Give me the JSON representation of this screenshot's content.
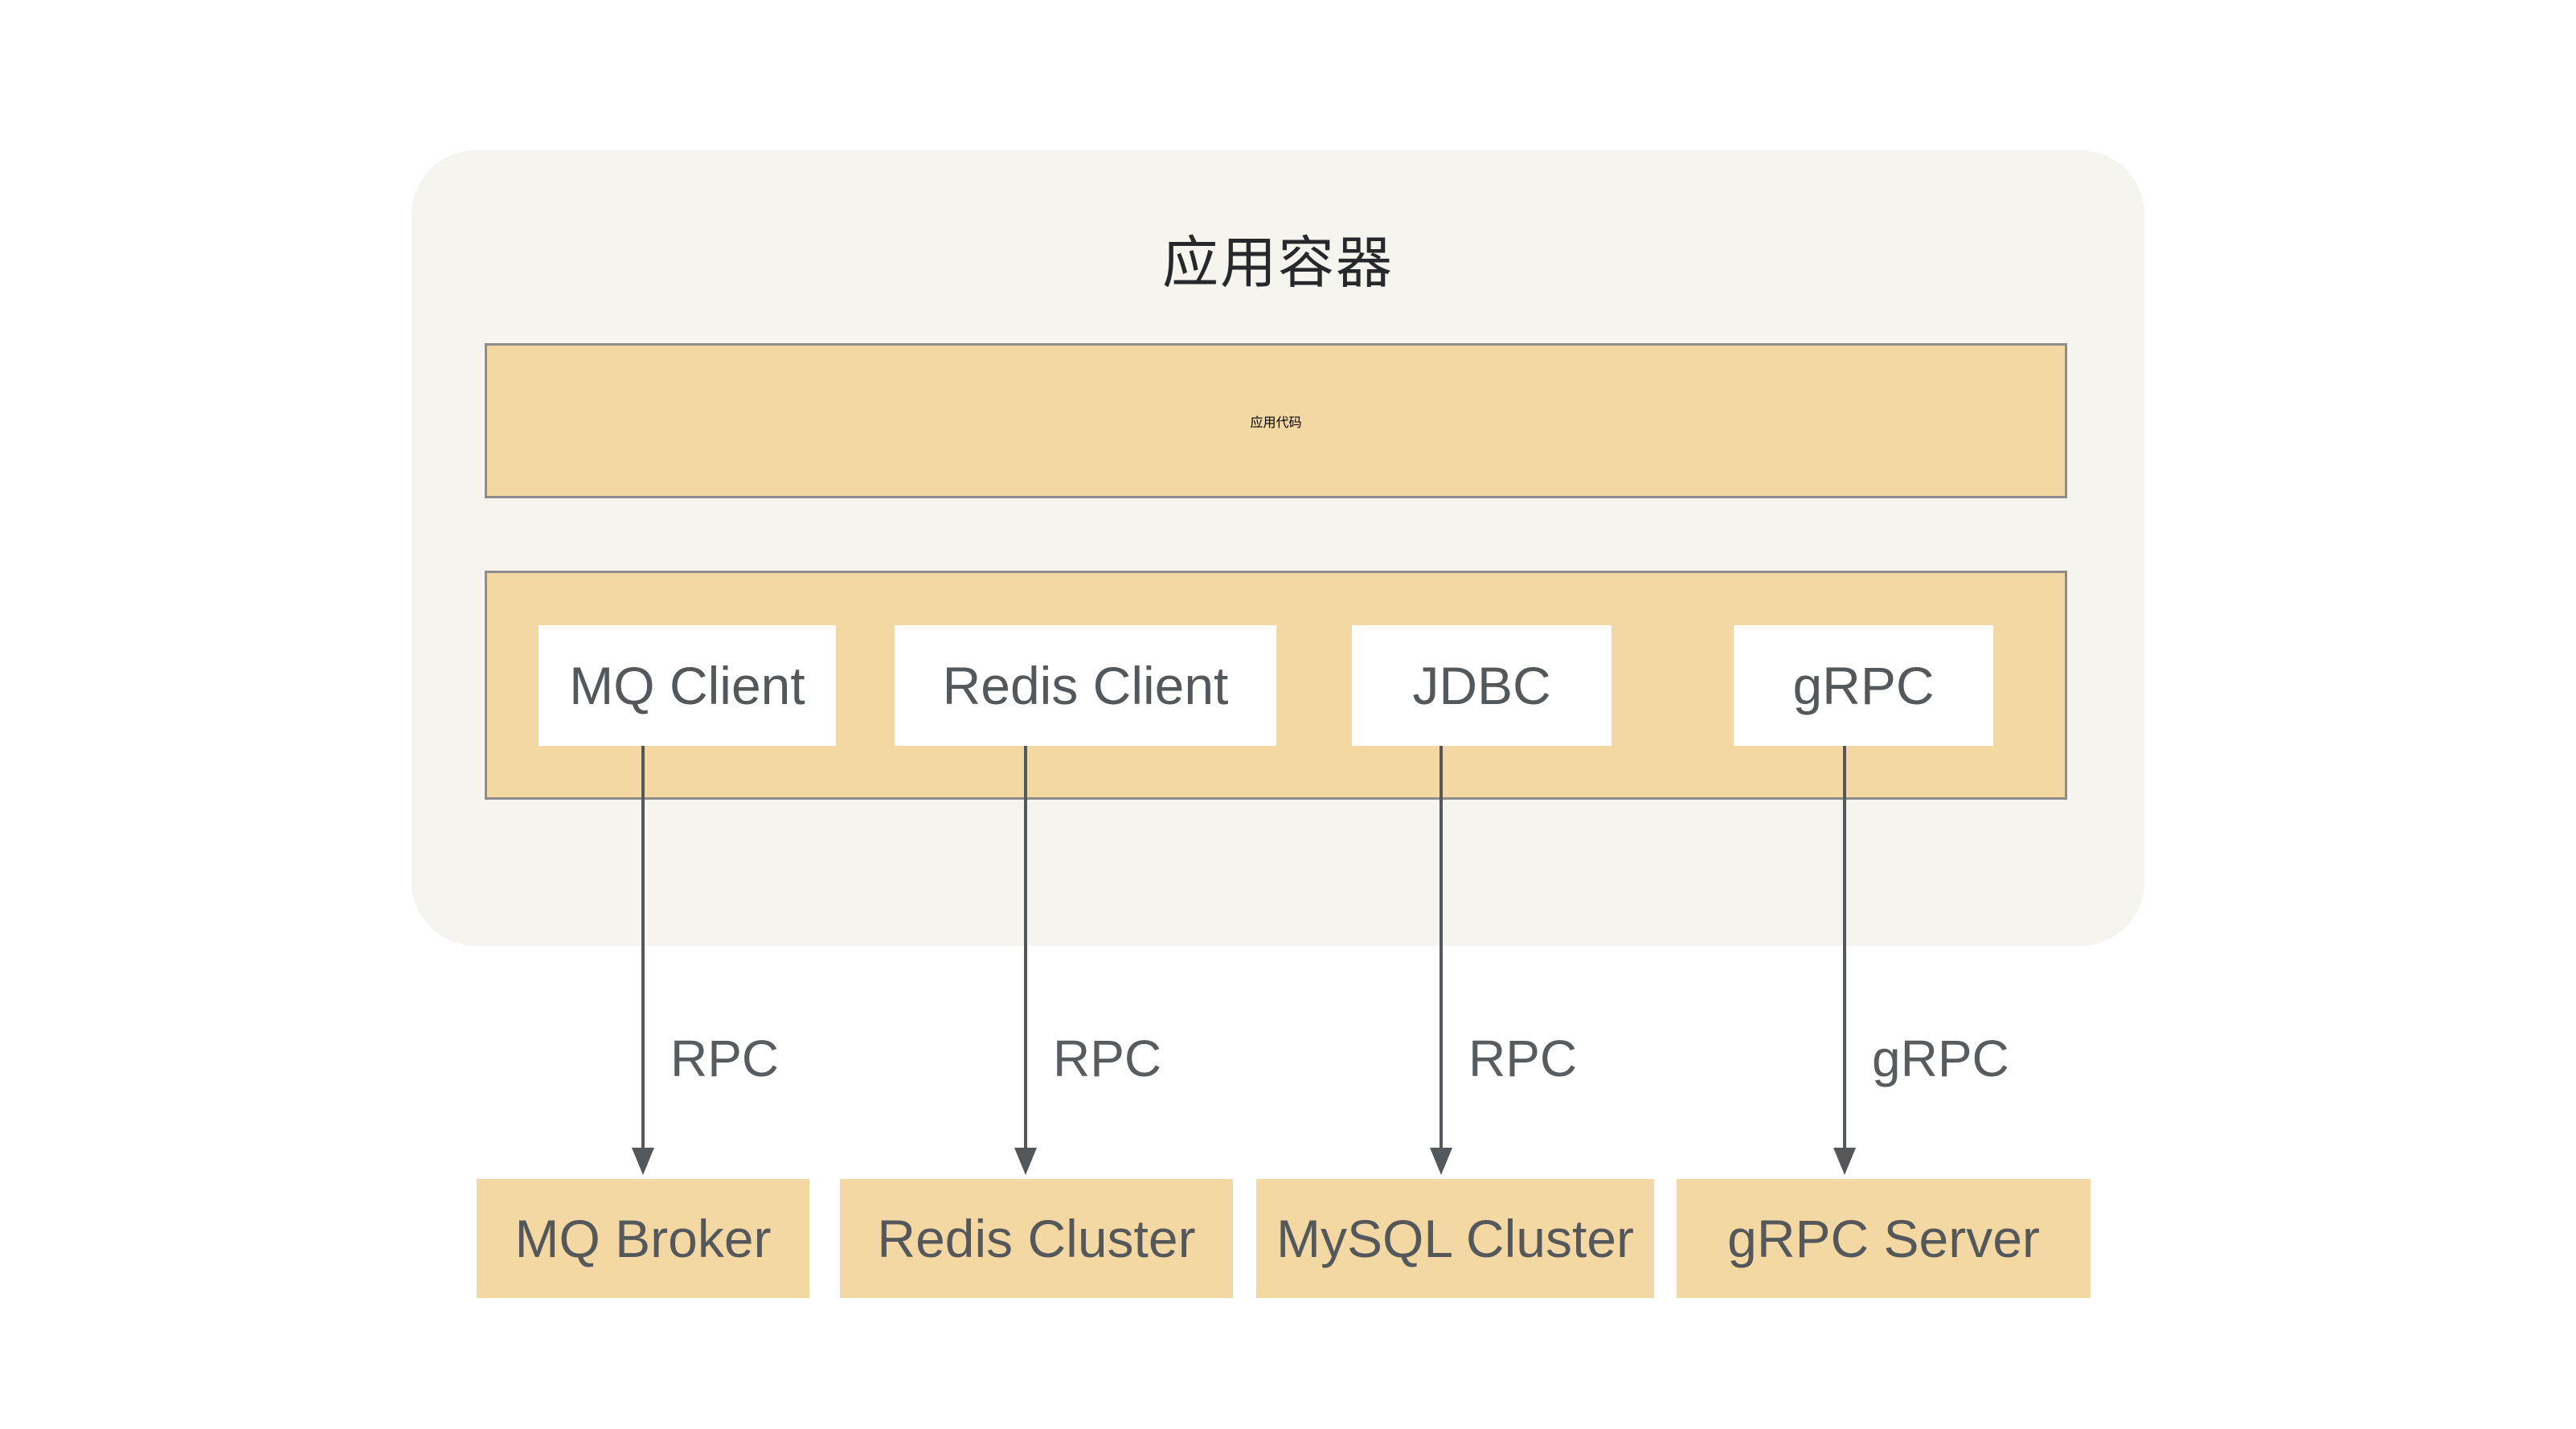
{
  "diagram": {
    "container_title": "应用容器",
    "code_layer_label": "应用代码",
    "clients": [
      {
        "label": "MQ Client"
      },
      {
        "label": "Redis Client"
      },
      {
        "label": "JDBC"
      },
      {
        "label": "gRPC"
      }
    ],
    "connections": [
      {
        "protocol": "RPC"
      },
      {
        "protocol": "RPC"
      },
      {
        "protocol": "RPC"
      },
      {
        "protocol": "gRPC"
      }
    ],
    "servers": [
      {
        "label": "MQ Broker"
      },
      {
        "label": "Redis Cluster"
      },
      {
        "label": "MySQL Cluster"
      },
      {
        "label": "gRPC Server"
      }
    ]
  },
  "colors": {
    "page_background": "#ffffff",
    "container_background": "#f5f4ef",
    "layer_fill": "#f4d8a4",
    "layer_border": "#8c8c8c",
    "client_box_fill": "#ffffff",
    "chinese_text": "#26282a",
    "latin_text": "#55585b",
    "arrow": "#55585a"
  }
}
